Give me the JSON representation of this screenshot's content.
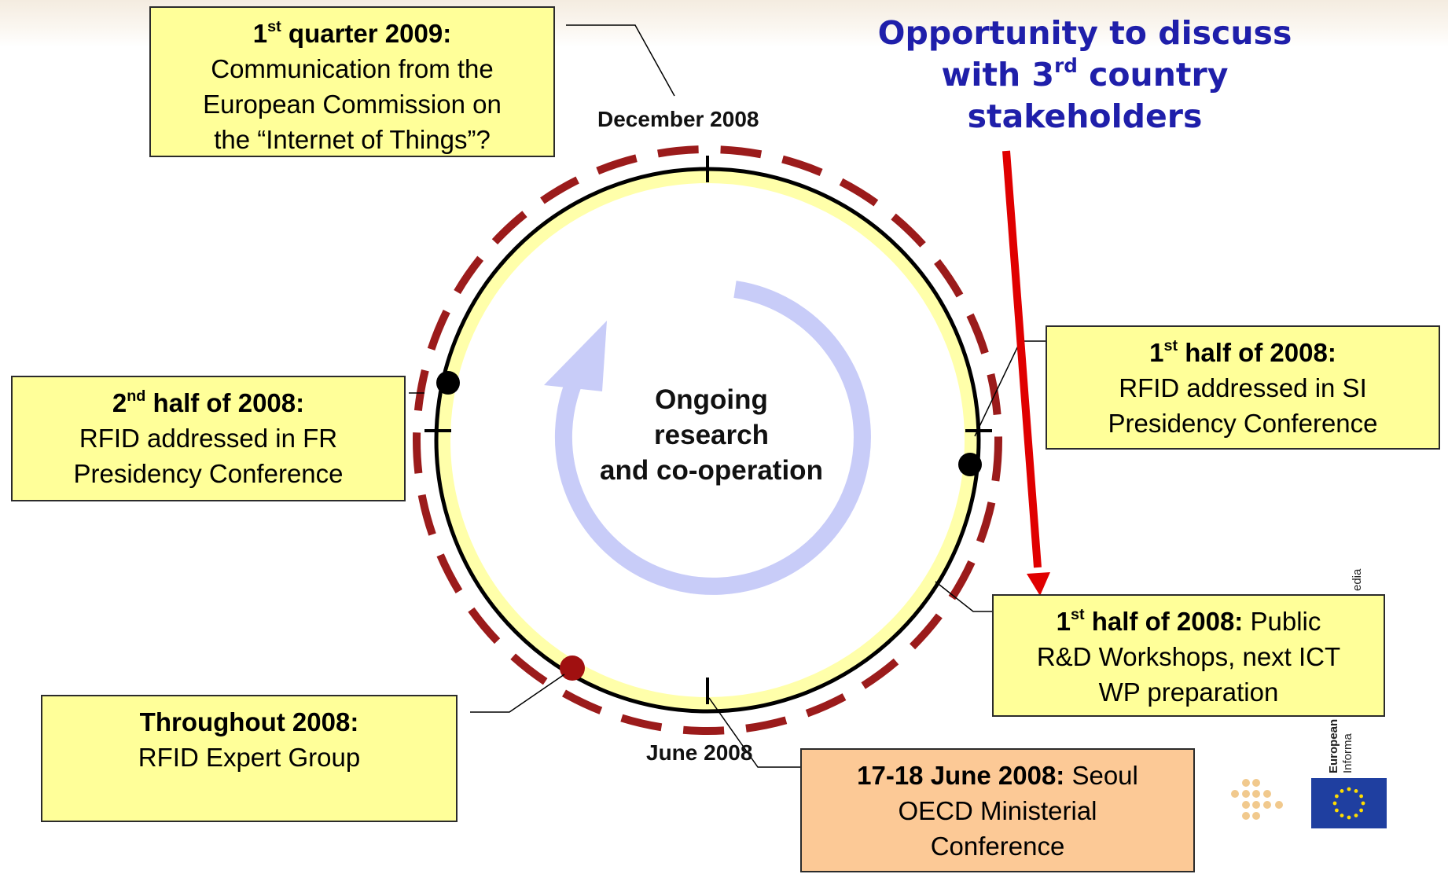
{
  "headline": {
    "line1": "Opportunity to discuss",
    "line2_pre": "with 3",
    "line2_sup": "rd",
    "line2_post": " country",
    "line3": "stakeholders"
  },
  "labels": {
    "top": "December 2008",
    "bottom": "June 2008"
  },
  "center": {
    "line1": "Ongoing",
    "line2": "research",
    "line3": "and co-operation"
  },
  "boxes": {
    "q1_2009": {
      "title_pre": "1",
      "title_sup": "st",
      "title_post": " quarter 2009:",
      "line1": "Communication from the",
      "line2": "European Commission on",
      "line3": "the “Internet of Things”?"
    },
    "h2_2008": {
      "title_pre": "2",
      "title_sup": "nd",
      "title_post": " half of 2008:",
      "line1": "RFID addressed in FR",
      "line2": "Presidency Conference"
    },
    "h1_2008_si": {
      "title_pre": "1",
      "title_sup": "st",
      "title_post": " half of 2008:",
      "line1": "RFID addressed in SI",
      "line2": "Presidency Conference"
    },
    "h1_2008_public": {
      "title_pre": "1",
      "title_sup": "st",
      "title_post": " half of 2008:",
      "title_rest": " Public",
      "line1": "R&D Workshops, next ICT",
      "line2": "WP preparation"
    },
    "throughout": {
      "title": "Throughout 2008:",
      "line1": "RFID Expert Group"
    },
    "seoul": {
      "title": "17-18 June 2008:",
      "title_rest": " Seoul",
      "line1": "OECD Ministerial",
      "line2": "Conference"
    }
  },
  "logo": {
    "bold_text": "European",
    "text1": "Informa",
    "text2": "edia"
  },
  "colors": {
    "box_fill": "#ffff99",
    "seoul_fill": "#fcc996",
    "dashed_ring": "#9b1b1b",
    "arrow_red": "#e00000",
    "headline_blue": "#1f1faa",
    "cycle_arrow": "#c8ccf8",
    "eu_blue": "#1f3fa0",
    "eu_star": "#ffdd00"
  }
}
